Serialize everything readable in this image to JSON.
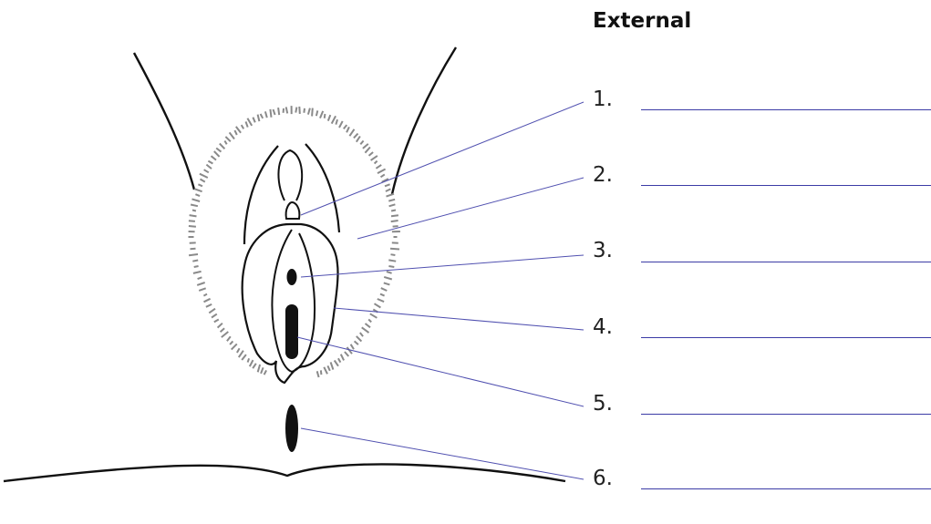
{
  "title": "External",
  "labels": [
    {
      "number": "1."
    },
    {
      "number": "2."
    },
    {
      "number": "3."
    },
    {
      "number": "4."
    },
    {
      "number": "5."
    },
    {
      "number": "6."
    }
  ],
  "colors": {
    "leader_line": "#5050b0",
    "blank_line": "#3b3ba6",
    "drawing": "#111111",
    "hair": "#8a8a8a"
  }
}
